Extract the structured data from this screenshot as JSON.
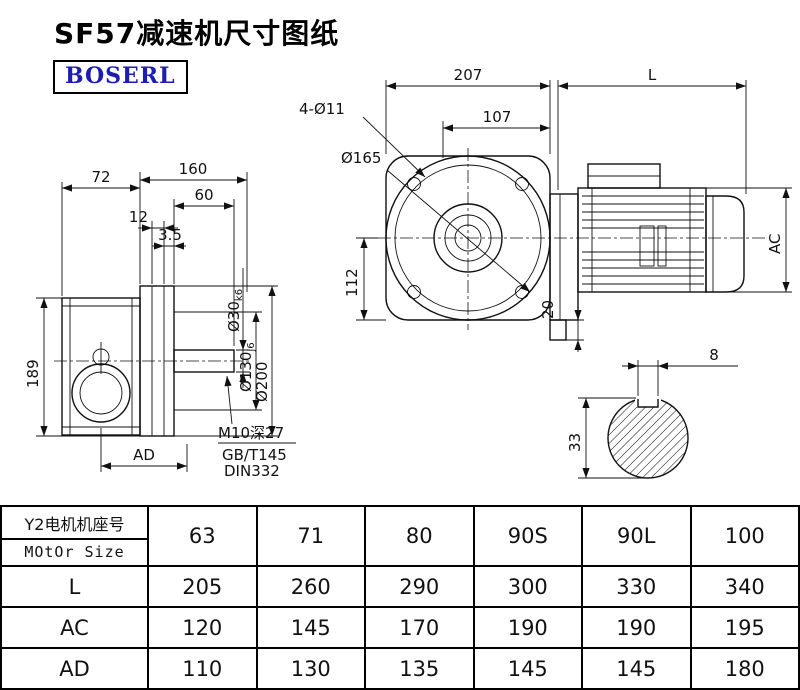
{
  "page": {
    "title": "SF57减速机尺寸图纸",
    "brand": "BOSERL"
  },
  "drawing": {
    "front": {
      "d207": "207",
      "dL": "L",
      "holes": "4-Ø11",
      "d107": "107",
      "d165": "Ø165",
      "d112": "112",
      "dAC": "AC",
      "d20": "20"
    },
    "side": {
      "d72": "72",
      "d160": "160",
      "d60": "60",
      "d12": "12",
      "d35": "3.5",
      "d30": "Ø30",
      "d30t": "k6",
      "d130": "Ø130",
      "d130t": "j6",
      "d200": "Ø200",
      "d189": "189",
      "dAD": "AD",
      "tap": "M10深27",
      "std1": "GB/T145",
      "std2": "DIN332"
    },
    "section": {
      "d8": "8",
      "d33": "33"
    }
  },
  "table": {
    "header_label_cn": "Y2电机机座号",
    "header_label_en": "MOtOr Size",
    "motor_sizes": [
      "63",
      "71",
      "80",
      "90S",
      "90L",
      "100"
    ],
    "rows": [
      {
        "label": "L",
        "values": [
          "205",
          "260",
          "290",
          "300",
          "330",
          "340"
        ]
      },
      {
        "label": "AC",
        "values": [
          "120",
          "145",
          "170",
          "190",
          "190",
          "195"
        ]
      },
      {
        "label": "AD",
        "values": [
          "110",
          "130",
          "135",
          "145",
          "145",
          "180"
        ]
      }
    ]
  }
}
